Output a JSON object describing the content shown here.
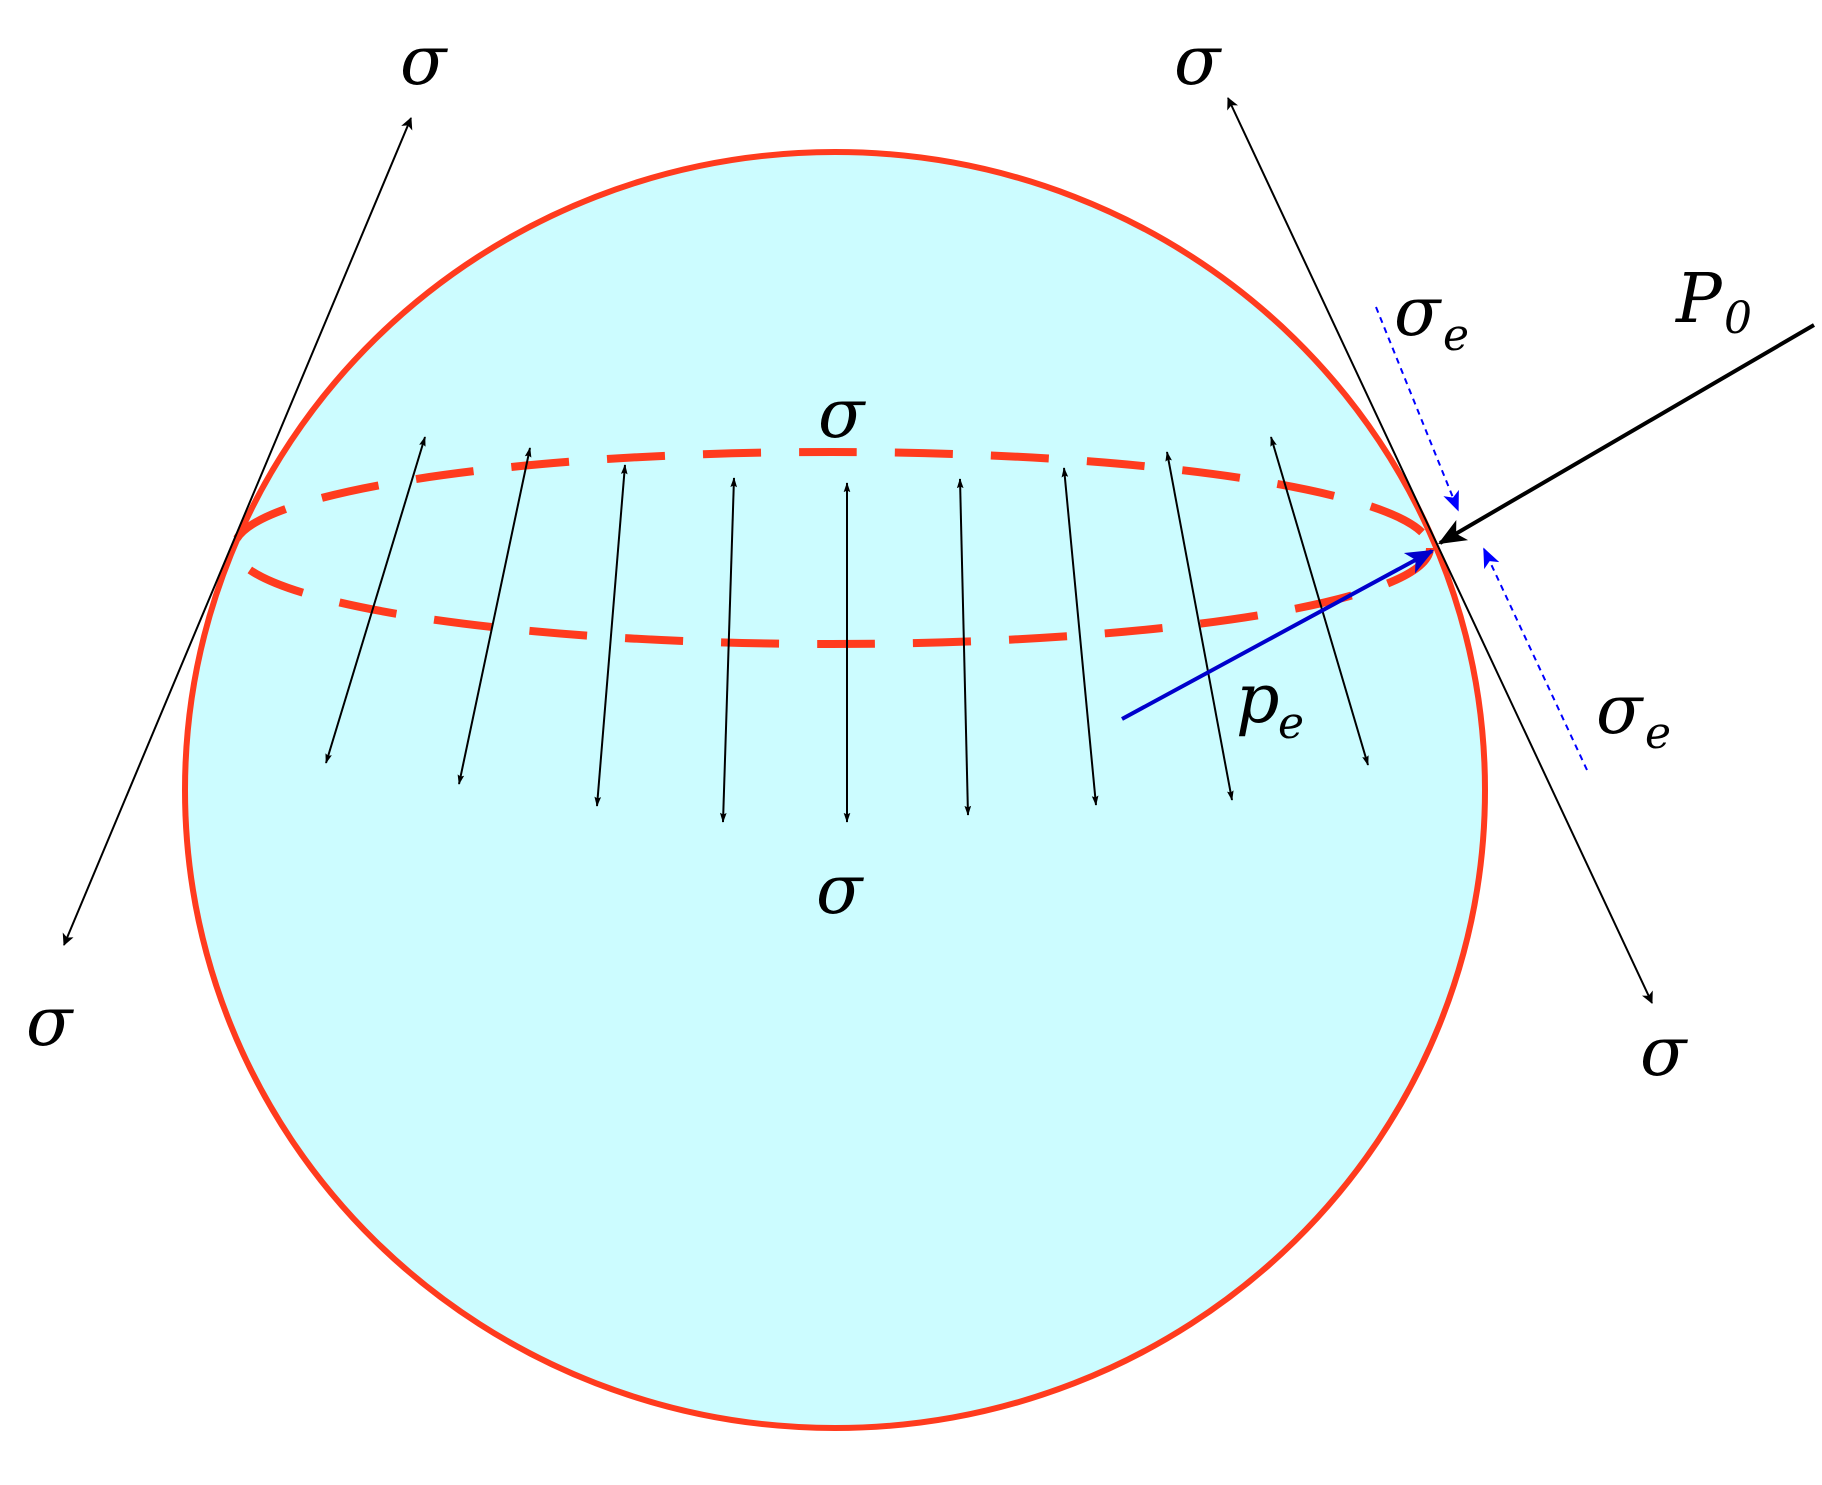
{
  "labels": {
    "sigma": "σ",
    "sigma_e_main": "σ",
    "sigma_e_sub": "e",
    "p0_main": "P",
    "p0_sub": "0",
    "pe_main": "p",
    "pe_sub": "e"
  },
  "colors": {
    "sphere_fill": "#ccfcff",
    "sphere_outline": "#ff3b1e",
    "arrow": "#000000",
    "pe_arrow": "#0000cc",
    "sigma_e_arrow": "#0000ff"
  }
}
